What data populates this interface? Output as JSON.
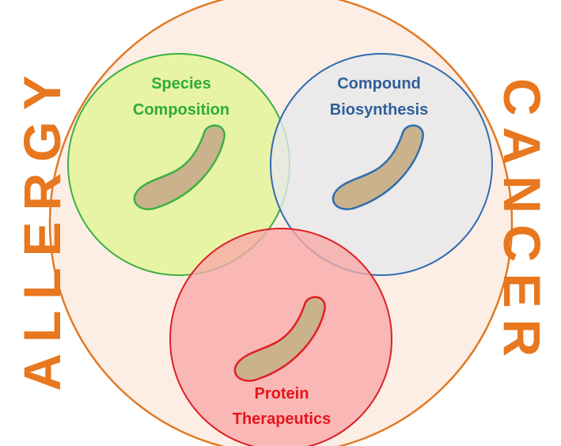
{
  "side_labels": {
    "left": "ALLERGY",
    "right": "CANCER"
  },
  "sets": [
    {
      "line1": "Species",
      "line2": "Composition"
    },
    {
      "line1": "Compound",
      "line2": "Biosynthesis"
    },
    {
      "line1": "Protein",
      "line2": "Therapeutics"
    }
  ],
  "colors": {
    "outer_fill": "#fdeee5",
    "outer_stroke": "#e07a26",
    "side_text": "#e8771e",
    "species_fill": "#e4f59a",
    "species_stroke": "#3cb043",
    "species_text": "#2eab3a",
    "compound_fill": "#e6e7ea",
    "compound_stroke": "#2e6db0",
    "compound_text": "#2f5f9a",
    "protein_fill": "#f7a9a8",
    "protein_stroke": "#e01f26",
    "protein_text": "#e8141c",
    "microbe_fill": "#c9b28c"
  },
  "icons": [
    "microbe-icon",
    "microbe-icon",
    "microbe-icon"
  ]
}
